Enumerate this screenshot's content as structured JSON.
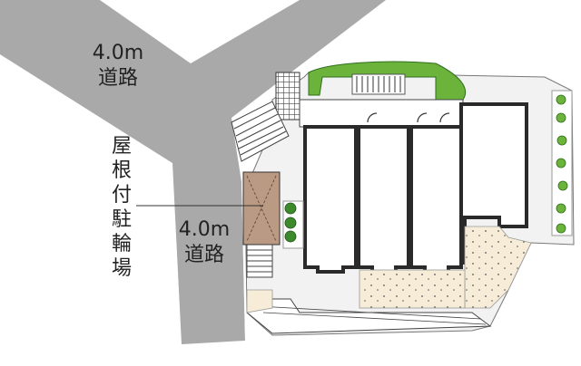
{
  "labels": {
    "road_top": [
      "4.0m",
      "道路"
    ],
    "road_mid": [
      "4.0m",
      "道路"
    ],
    "parking": [
      "屋",
      "根",
      "付",
      "駐",
      "輪",
      "場"
    ]
  },
  "colors": {
    "road": "#a9a9a9",
    "wall": "#2a2a2a",
    "floor": "#f2f2f2",
    "unit": "#ffffff",
    "paving": "#f6ecd8",
    "parking_roof": "#bb9a84",
    "green": "#6bb33a",
    "green_dark": "#2f6e1d",
    "bush": "#3c8a2c"
  }
}
